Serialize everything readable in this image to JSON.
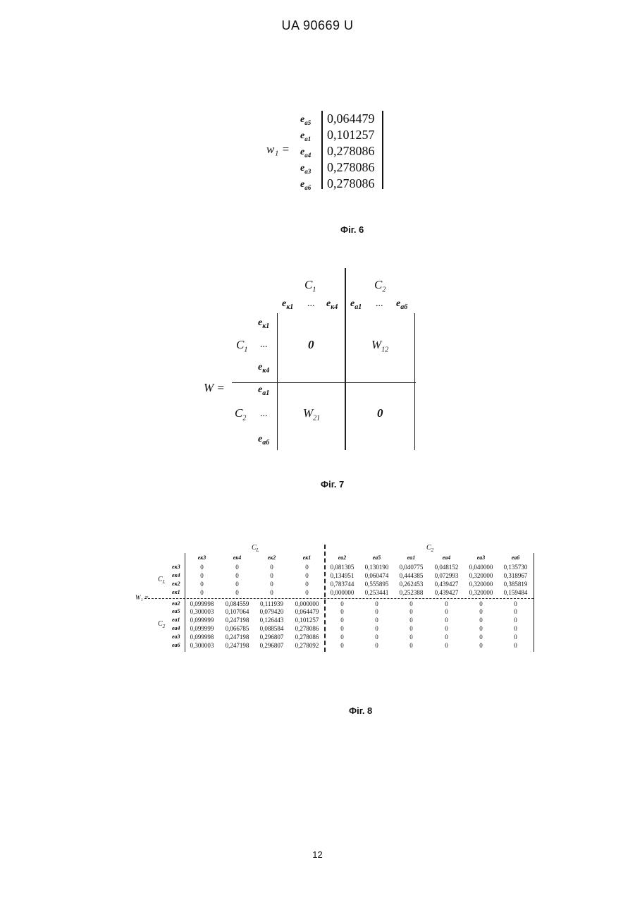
{
  "header": "UA   90669   U",
  "page_number": "12",
  "fig6": {
    "w1_label": "w₁ =",
    "rows": [
      {
        "label": "e",
        "sub": "a5",
        "value": "0,064479"
      },
      {
        "label": "e",
        "sub": "a1",
        "value": "0,101257"
      },
      {
        "label": "e",
        "sub": "a4",
        "value": "0,278086"
      },
      {
        "label": "e",
        "sub": "a3",
        "value": "0,278086"
      },
      {
        "label": "e",
        "sub": "a6",
        "value": "0,278086"
      }
    ],
    "caption": "Фіг. 6"
  },
  "fig7": {
    "c1": "C",
    "c1_sub": "1",
    "c2": "C",
    "c2_sub": "2",
    "col_k1": "e",
    "col_k1_sub": "к1",
    "col_k4": "e",
    "col_k4_sub": "к4",
    "col_a1": "e",
    "col_a1_sub": "a1",
    "col_a6": "e",
    "col_a6_sub": "a6",
    "dots": "...",
    "row_k1": "e",
    "row_k1_sub": "к1",
    "row_k4": "e",
    "row_k4_sub": "к4",
    "row_a1": "e",
    "row_a1_sub": "a1",
    "row_a6": "e",
    "row_a6_sub": "a6",
    "W_label": "W =",
    "block_11": "0",
    "block_12": "W",
    "block_12_sub": "12",
    "block_21": "W",
    "block_21_sub": "21",
    "block_22": "0",
    "caption": "Фіг. 7"
  },
  "fig8": {
    "top_left_group": "C",
    "top_left_group_sub": "L",
    "top_right_group": "C",
    "top_right_group_sub": "2",
    "left_group_1": "C",
    "left_group_1_sub": "L",
    "left_group_2": "C",
    "left_group_2_sub": "2",
    "w_label": "W₁ =",
    "col_headers": [
      "eк3",
      "eк4",
      "eк2",
      "eк1",
      "ea2",
      "ea5",
      "ea1",
      "ea4",
      "ea3",
      "ea6"
    ],
    "row_headers": [
      "eк3",
      "eк4",
      "eк2",
      "eк1",
      "ea2",
      "ea5",
      "ea1",
      "ea4",
      "ea3",
      "ea6"
    ],
    "rows": [
      [
        "0",
        "0",
        "0",
        "0",
        "0,081305",
        "0,130190",
        "0,040775",
        "0,048152",
        "0,040000",
        "0,135730"
      ],
      [
        "0",
        "0",
        "0",
        "0",
        "0,134951",
        "0,060474",
        "0,444385",
        "0,072993",
        "0,320000",
        "0,318967"
      ],
      [
        "0",
        "0",
        "0",
        "0",
        "0,783744",
        "0,555895",
        "0,262453",
        "0,439427",
        "0,320000",
        "0,385819"
      ],
      [
        "0",
        "0",
        "0",
        "0",
        "0,000000",
        "0,253441",
        "0,252388",
        "0,439427",
        "0,320000",
        "0,159484"
      ],
      [
        "0,099998",
        "0,084559",
        "0,111939",
        "0,000000",
        "0",
        "0",
        "0",
        "0",
        "0",
        "0"
      ],
      [
        "0,300003",
        "0,107064",
        "0,079420",
        "0,064479",
        "0",
        "0",
        "0",
        "0",
        "0",
        "0"
      ],
      [
        "0,099999",
        "0,247198",
        "0,126443",
        "0,101257",
        "0",
        "0",
        "0",
        "0",
        "0",
        "0"
      ],
      [
        "0,099999",
        "0,066785",
        "0,088584",
        "0,278086",
        "0",
        "0",
        "0",
        "0",
        "0",
        "0"
      ],
      [
        "0,099998",
        "0,247198",
        "0,296807",
        "0,278086",
        "0",
        "0",
        "0",
        "0",
        "0",
        "0"
      ],
      [
        "0,300003",
        "0,247198",
        "0,296807",
        "0,278092",
        "0",
        "0",
        "0",
        "0",
        "0",
        "0"
      ]
    ],
    "caption": "Фіг. 8"
  }
}
